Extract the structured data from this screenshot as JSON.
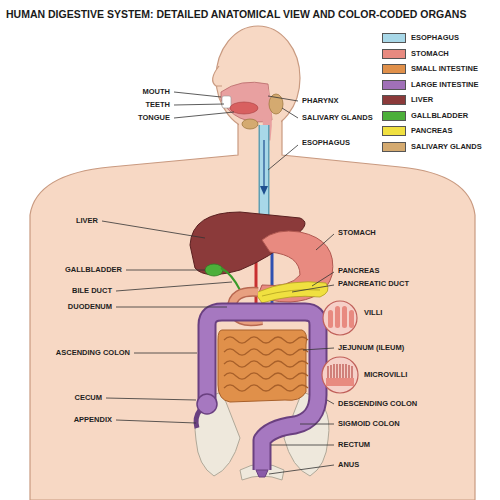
{
  "diagram": {
    "title": "HUMAN DIGESTIVE SYSTEM: DETAILED ANATOMICAL VIEW AND COLOR-CODED ORGANS",
    "labels": [
      "MOUTH",
      "PHARYNX",
      "TEETH",
      "SALIVARY GLANDS",
      "TONGUE",
      "ESOPHAGUS",
      "LIVER",
      "STOMACH",
      "GALLBLADDER",
      "PANCREAS",
      "BILE DUCT",
      "PANCREATIC DUCT",
      "DUODENUM",
      "VILLI",
      "ASCENDING COLON",
      "JEJUNUM (ILEUM)",
      "MICROVILLI",
      "CECUM",
      "DESCENDING COLON",
      "APPENDIX",
      "SIGMOID COLON",
      "RECTUM",
      "ANUS"
    ],
    "legend": [
      {
        "text": "ESOPHAGUS",
        "color": "#a8d8e8"
      },
      {
        "text": "STOMACH",
        "color": "#e88a80"
      },
      {
        "text": "SMALL INTESTINE",
        "color": "#e0904a"
      },
      {
        "text": "LARGE INTESTINE",
        "color": "#a070b8"
      },
      {
        "text": "LIVER",
        "color": "#8b3a3a"
      },
      {
        "text": "GALLBLADDER",
        "color": "#4caf3a"
      },
      {
        "text": "PANCREAS",
        "color": "#f0e040"
      },
      {
        "text": "SALIVARY GLANDS",
        "color": "#d4aa70"
      }
    ]
  }
}
